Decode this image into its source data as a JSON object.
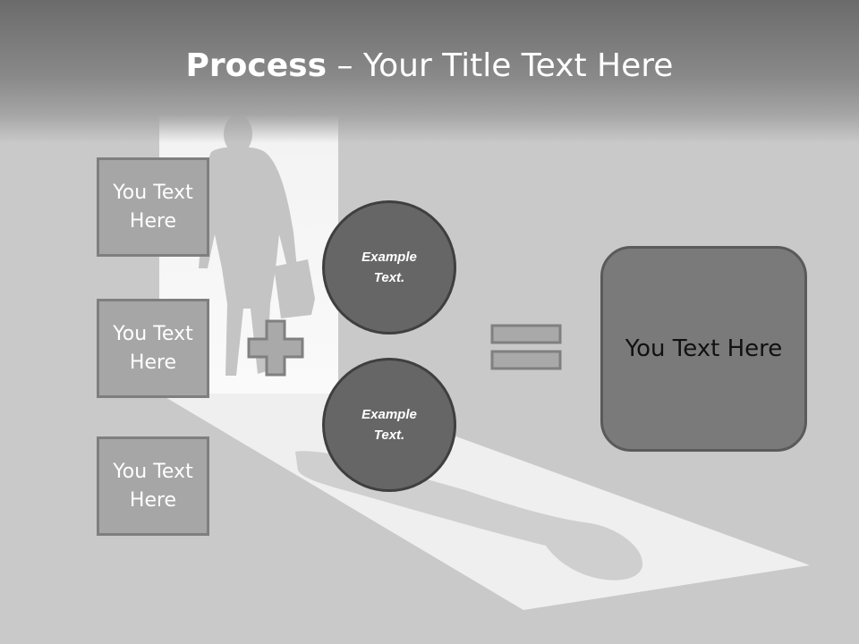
{
  "slide": {
    "title_bold": "Process",
    "title_rest": " – Your Title Text Here"
  },
  "inputs": [
    {
      "label": "You Text Here"
    },
    {
      "label": "You Text Here"
    },
    {
      "label": "You Text Here"
    }
  ],
  "circles": [
    {
      "label": "Example Text."
    },
    {
      "label": "Example Text."
    }
  ],
  "result": {
    "label": "You Text Here"
  },
  "icons": {
    "plus": "plus-icon",
    "equals": "equals-icon",
    "background": "businessman-silhouette-in-doorway"
  },
  "colors": {
    "background": "#c9c9c9",
    "box_fill": "#a6a6a6",
    "box_border": "#7f7f7f",
    "circle_fill": "#666666",
    "result_fill": "#7a7a7a"
  }
}
